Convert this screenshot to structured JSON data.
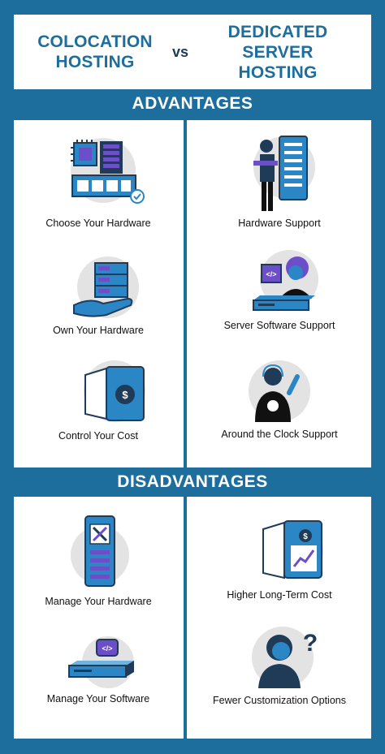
{
  "header": {
    "left_line1": "COLOCATION",
    "left_line2": "HOSTING",
    "vs": "vs",
    "right_line1": "DEDICATED",
    "right_line2": "SERVER HOSTING"
  },
  "advantages": {
    "title": "ADVANTAGES",
    "colocation": [
      {
        "label": "Choose Your Hardware",
        "icon": "hardware-chip-icon"
      },
      {
        "label": "Own Your Hardware",
        "icon": "server-hand-icon"
      },
      {
        "label": "Control Your Cost",
        "icon": "safe-money-icon"
      }
    ],
    "dedicated": [
      {
        "label": "Hardware Support",
        "icon": "technician-server-icon"
      },
      {
        "label": "Server Software Support",
        "icon": "software-support-icon"
      },
      {
        "label": "Around the Clock Support",
        "icon": "headset-support-icon"
      }
    ]
  },
  "disadvantages": {
    "title": "DISADVANTAGES",
    "colocation": [
      {
        "label": "Manage Your Hardware",
        "icon": "server-tools-icon"
      },
      {
        "label": "Manage Your Software",
        "icon": "server-code-icon"
      }
    ],
    "dedicated": [
      {
        "label": "Higher Long-Term Cost",
        "icon": "safe-growth-icon"
      },
      {
        "label": "Fewer Customization Options",
        "icon": "person-question-icon"
      }
    ]
  },
  "colors": {
    "background": "#1d6e9c",
    "accent_blue": "#2b86c5",
    "dark_navy": "#1f3b57",
    "purple": "#6c4fc8",
    "circle_gray": "#e3e3e3"
  }
}
